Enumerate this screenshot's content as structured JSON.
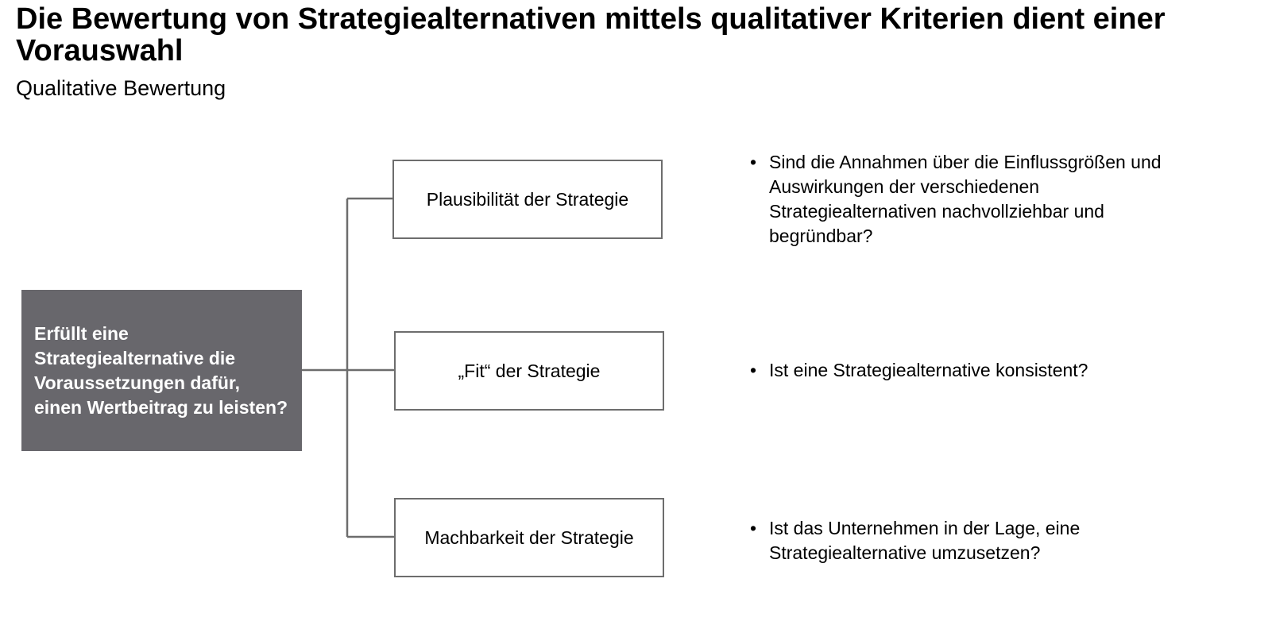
{
  "header": {
    "title": "Die Bewertung von Strategiealternativen mittels qualitativer Kriterien dient einer Vorauswahl",
    "subtitle": "Qualitative Bewertung"
  },
  "diagram": {
    "root": {
      "label": "Erfüllt eine Strategiealternative die Voraussetzungen dafür, einen Wertbeitrag zu leisten?",
      "fill_color": "#68676c"
    },
    "line_color": "#6d6d6d",
    "bullet_symbol": "•",
    "criteria": [
      {
        "label": "Plausibilität der Strategie",
        "question": "Sind die Annahmen über die Einflussgrößen und\nAuswirkungen der verschiedenen\nStrategiealternativen nachvollziehbar und\nbegründbar?"
      },
      {
        "label": "„Fit“ der Strategie",
        "question": "Ist eine Strategiealternative konsistent?"
      },
      {
        "label": "Machbarkeit der Strategie",
        "question": "Ist das Unternehmen in der Lage, eine\nStrategiealternative umzusetzen?"
      }
    ]
  }
}
